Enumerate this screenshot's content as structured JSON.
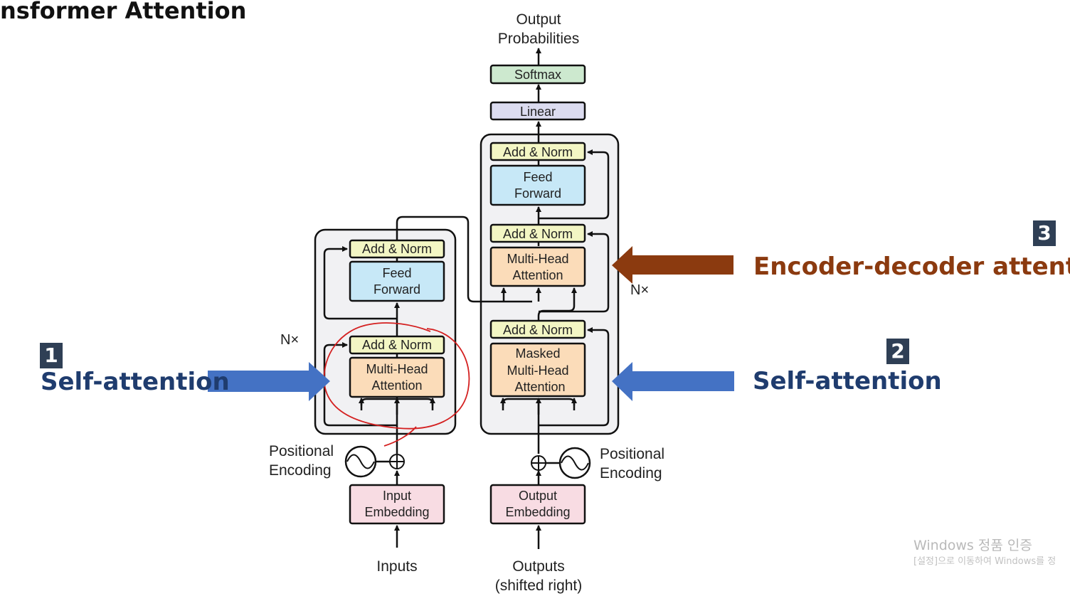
{
  "page": {
    "title": "nsformer Attention"
  },
  "diagram": {
    "output_probs": [
      "Output",
      "Probabilities"
    ],
    "softmax": "Softmax",
    "linear": "Linear",
    "add_norm": "Add & Norm",
    "feed_forward": [
      "Feed",
      "Forward"
    ],
    "multi_head": [
      "Multi-Head",
      "Attention"
    ],
    "masked_multi_head": [
      "Masked",
      "Multi-Head",
      "Attention"
    ],
    "nx": "N×",
    "positional_encoding": [
      "Positional",
      "Encoding"
    ],
    "input_embedding": [
      "Input",
      "Embedding"
    ],
    "output_embedding": [
      "Output",
      "Embedding"
    ],
    "inputs": "Inputs",
    "outputs": [
      "Outputs",
      "(shifted right)"
    ]
  },
  "annotations": [
    {
      "number": "1",
      "label": "Self-attention",
      "color": "#1f3c6e"
    },
    {
      "number": "2",
      "label": "Self-attention",
      "color": "#1f3c6e"
    },
    {
      "number": "3",
      "label": "Encoder-decoder attention",
      "color": "#8b3a0f"
    }
  ],
  "colors": {
    "add_norm": "#f3f6c4",
    "feed_forward": "#c7e8f7",
    "attention": "#fbdcb9",
    "embedding": "#f8dce3",
    "softmax": "#cde9cf",
    "linear": "#dcdcf0",
    "block_bg": "#f1f1f3",
    "blue_arrow": "#4472c4",
    "brown_arrow": "#8b3a0f",
    "red_circle": "#d42020"
  },
  "watermark": [
    "Windows 정품 인증",
    "[설정]으로 이동하여 Windows를 정"
  ]
}
